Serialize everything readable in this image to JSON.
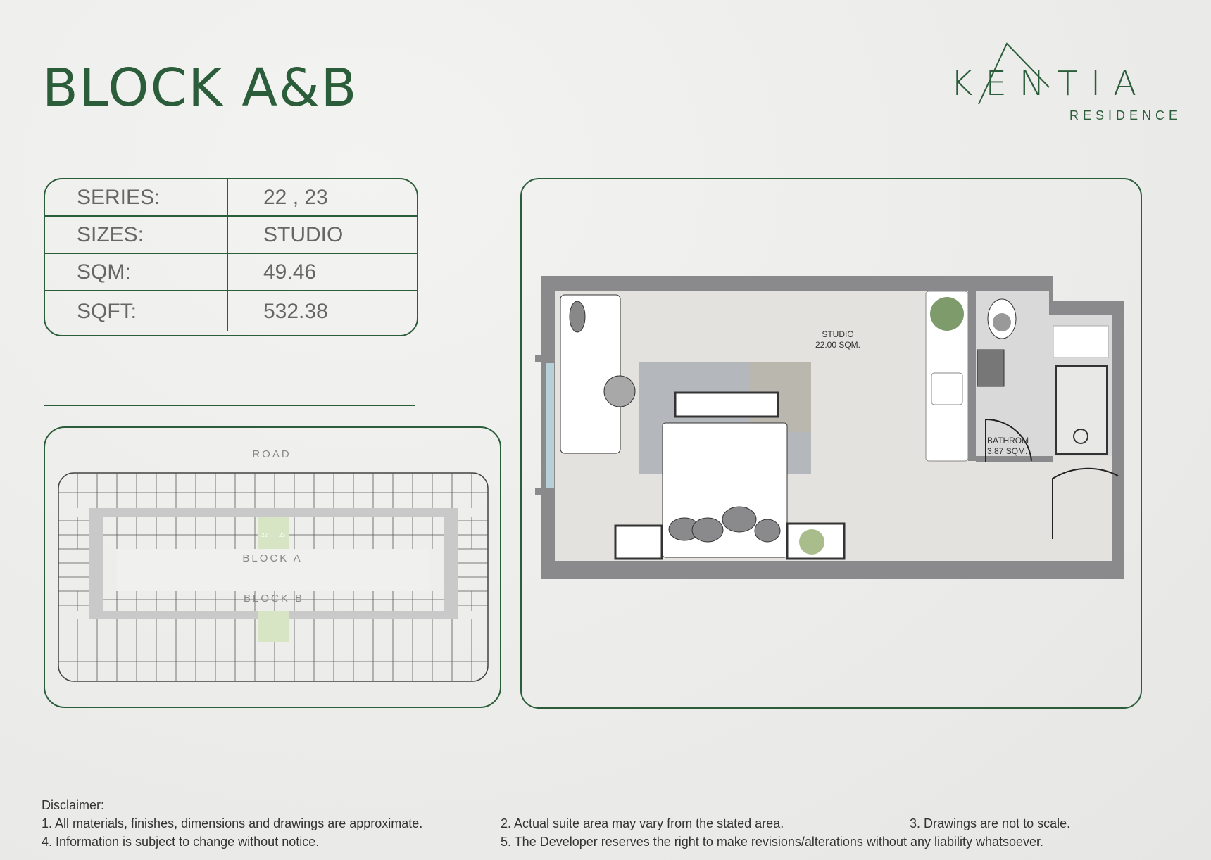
{
  "title": "BLOCK A&B",
  "logo": {
    "name": "KENTIA",
    "subtitle": "RESIDENCE"
  },
  "spec": [
    {
      "label": "SERIES:",
      "value": "22 , 23"
    },
    {
      "label": "SIZES:",
      "value": "STUDIO"
    },
    {
      "label": "SQM:",
      "value": "49.46"
    },
    {
      "label": "SQFT:",
      "value": "532.38"
    }
  ],
  "site_plan": {
    "road": "ROAD",
    "block_a": "BLOCK A",
    "block_b": "BLOCK B",
    "highlight_units": [
      "22",
      "23"
    ],
    "highlight_color": "#d7e5c4"
  },
  "floor_plan": {
    "studio_label": "STUDIO",
    "studio_area": "22.00 SQM.",
    "bath_label": "BATHROM",
    "bath_area": "3.87 SQM."
  },
  "disclaimer": {
    "heading": "Disclaimer:",
    "items": [
      "1. All materials, finishes, dimensions and drawings are approximate.",
      "2. Actual suite area may vary from the stated area.",
      "3. Drawings are not to scale.",
      "4. Information is subject to change without notice.",
      "5. The Developer reserves the right to make revisions/alterations without any liability whatsoever."
    ]
  },
  "colors": {
    "brand": "#2c5d3a",
    "wall": "#8a8a8d",
    "floor": "#e3e2de"
  }
}
